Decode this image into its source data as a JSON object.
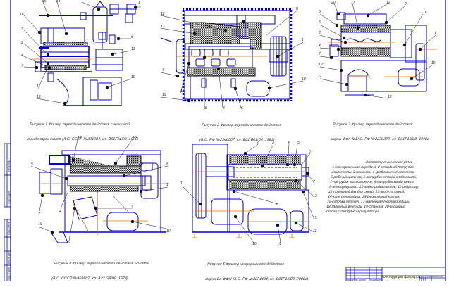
{
  "sheet": {
    "colors": {
      "outline": "#0000cc",
      "axis": "#e07000",
      "hatch": "#111111",
      "text": "#222222",
      "background": "#ffffff"
    },
    "figures": [
      {
        "id": "fig1",
        "caption_line1": "Рисунок 1 Фризер периодического действия с машиной",
        "caption_line2": "в виде трех камер (А.С. СССР №331084, кл. B01F11/28, 1972)",
        "part_labels": [
          "16",
          "15",
          "14",
          "3",
          "2",
          "4",
          "7",
          "11",
          "19",
          "6",
          "13",
          "10",
          "1"
        ]
      },
      {
        "id": "fig2",
        "caption_line1": "Рисунок 2 Фризер периодического действия",
        "caption_line2": "(А.С. РФ №2346007, кл. B01 B01/04, 1983)",
        "part_labels": [
          "12",
          "17",
          "8",
          "1",
          "7",
          "11",
          "19",
          "3",
          "4",
          "6",
          "10"
        ]
      },
      {
        "id": "fig3",
        "caption_line1": "Рисунок 3 Фризер периодического действия",
        "caption_line2": "марки ФФА-М1АС. РФ №2270320, кл. B01F13/08, 1990г",
        "part_labels": [
          "20",
          "17",
          "12",
          "2",
          "8",
          "5",
          "3",
          "4",
          "7",
          "19",
          "6",
          "16",
          "1",
          "15",
          "18"
        ]
      },
      {
        "id": "fig4",
        "caption_line1": "Рисунок 4 Фризер периодического действия Бо-ФФМ",
        "caption_line2": "(А.С. СССР №408807, кл. A23 G9/08, 1974)",
        "part_labels": [
          "17",
          "12",
          "5",
          "8",
          "1",
          "4",
          "3",
          "7",
          "6",
          "19",
          "10"
        ]
      },
      {
        "id": "fig5",
        "caption_line1": "Рисунок 5 Фризер непрерывного действия",
        "caption_line2": "марки Бо-ФФН (А.С. РФ №2274484, кл. B01F13/08, 2008г)",
        "part_labels": [
          "2",
          "3",
          "4",
          "5",
          "6",
          "7",
          "1",
          "8",
          "13",
          "15",
          "11",
          "10",
          "9"
        ]
      }
    ],
    "legend": {
      "title": "Экспликация основных узлов",
      "lines": [
        "1-клиноременная передача, 2-отводной патрубок",
        "хладагента, 3-мешалка, 4-кребковые отсекатели,",
        "5-рабочий цилиндр, 6-патрубок отвода хладагента,",
        "7-патрубок выхода смеси, 8-патрубок ввода смеси,",
        "9-электропривод, 10-электродвигатель, 11-редуктор,",
        "12-приемный бак для смеси, 13-воздухопровод,",
        "14-кран для воздуха, 15-двухходовой клапан,",
        "16-коробка передач, 17-материал теплоизоляции,",
        "18-запорный вентиль, 19-станина, 20-запорный",
        "клапан с патрубком регулятора"
      ]
    },
    "title_block": {
      "title": "Конструкции фризеров",
      "columns": [
        "Изм.",
        "Лист",
        "№ докум.",
        "Подп.",
        "Дата"
      ],
      "right_columns": [
        "Лит.",
        "Масса",
        "Масштаб"
      ]
    },
    "side_stamp": {
      "labels": [
        "Инв.№ подл.",
        "Подп. и дата",
        "Взам. инв.№",
        "Инв.№ дубл.",
        "Подп. и дата"
      ]
    }
  }
}
